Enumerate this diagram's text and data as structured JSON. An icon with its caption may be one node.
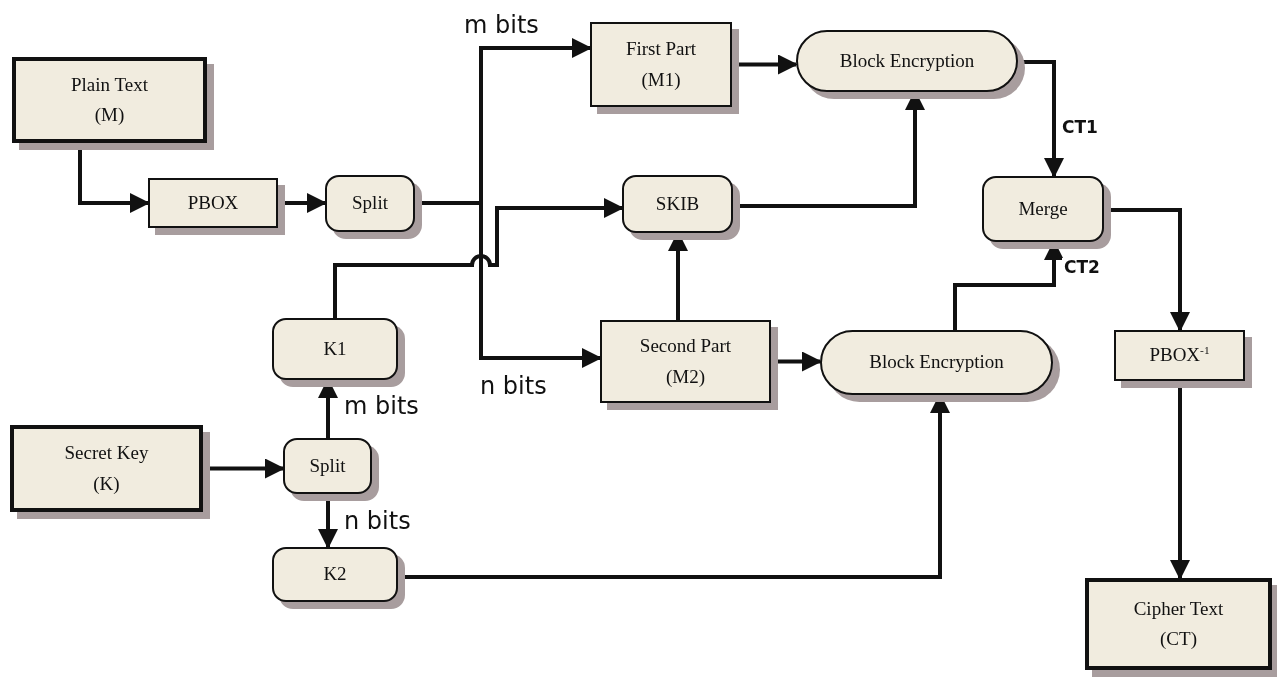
{
  "diagram": {
    "nodes": [
      {
        "text": [
          "Plain Text",
          "(M)"
        ]
      },
      {
        "text": [
          "PBOX"
        ]
      },
      {
        "text": [
          "Split"
        ]
      },
      {
        "text": [
          "First Part",
          "(M1)"
        ]
      },
      {
        "text": [
          "Block Encryption"
        ]
      },
      {
        "text": [
          "SKIB"
        ]
      },
      {
        "text": [
          "Merge"
        ]
      },
      {
        "text": [
          "K1"
        ]
      },
      {
        "text": [
          "Second Part",
          "(M2)"
        ]
      },
      {
        "text": [
          "Block Encryption"
        ]
      },
      {
        "text": [
          "PBOX$^{-1}$"
        ]
      },
      {
        "text": [
          "Secret Key",
          "(K)"
        ]
      },
      {
        "text": [
          "Split"
        ]
      },
      {
        "text": [
          "K2"
        ]
      },
      {
        "text": [
          "Cipher Text",
          "(CT)"
        ]
      }
    ],
    "edges": [
      {
        "from": 0,
        "to": 1,
        "arrow": "to"
      },
      {
        "from": 1,
        "to": 2,
        "arrow": "to"
      },
      {
        "from": 2,
        "to": 3,
        "arrow": "to",
        "label": "m bits"
      },
      {
        "from": 2,
        "to": 8,
        "arrow": "to",
        "label": "n bits"
      },
      {
        "from": 7,
        "to": 5,
        "arrow": "to"
      },
      {
        "from": 3,
        "to": 4,
        "arrow": "to"
      },
      {
        "from": 5,
        "to": 4,
        "arrow": "to"
      },
      {
        "from": 8,
        "to": 5,
        "arrow": "to"
      },
      {
        "from": 8,
        "to": 9,
        "arrow": "to"
      },
      {
        "from": 13,
        "to": 9,
        "arrow": "to"
      },
      {
        "from": 4,
        "to": 6,
        "arrow": "to",
        "label": "CT1"
      },
      {
        "from": 9,
        "to": 6,
        "arrow": "to",
        "label": "CT2"
      },
      {
        "from": 6,
        "to": 10,
        "arrow": "to"
      },
      {
        "from": 10,
        "to": 14,
        "arrow": "to"
      },
      {
        "from": 11,
        "to": 12,
        "arrow": "to"
      },
      {
        "from": 12,
        "to": 7,
        "arrow": "to",
        "label": "m bits"
      },
      {
        "from": 12,
        "to": 13,
        "arrow": "to",
        "label": "n bits"
      }
    ]
  }
}
